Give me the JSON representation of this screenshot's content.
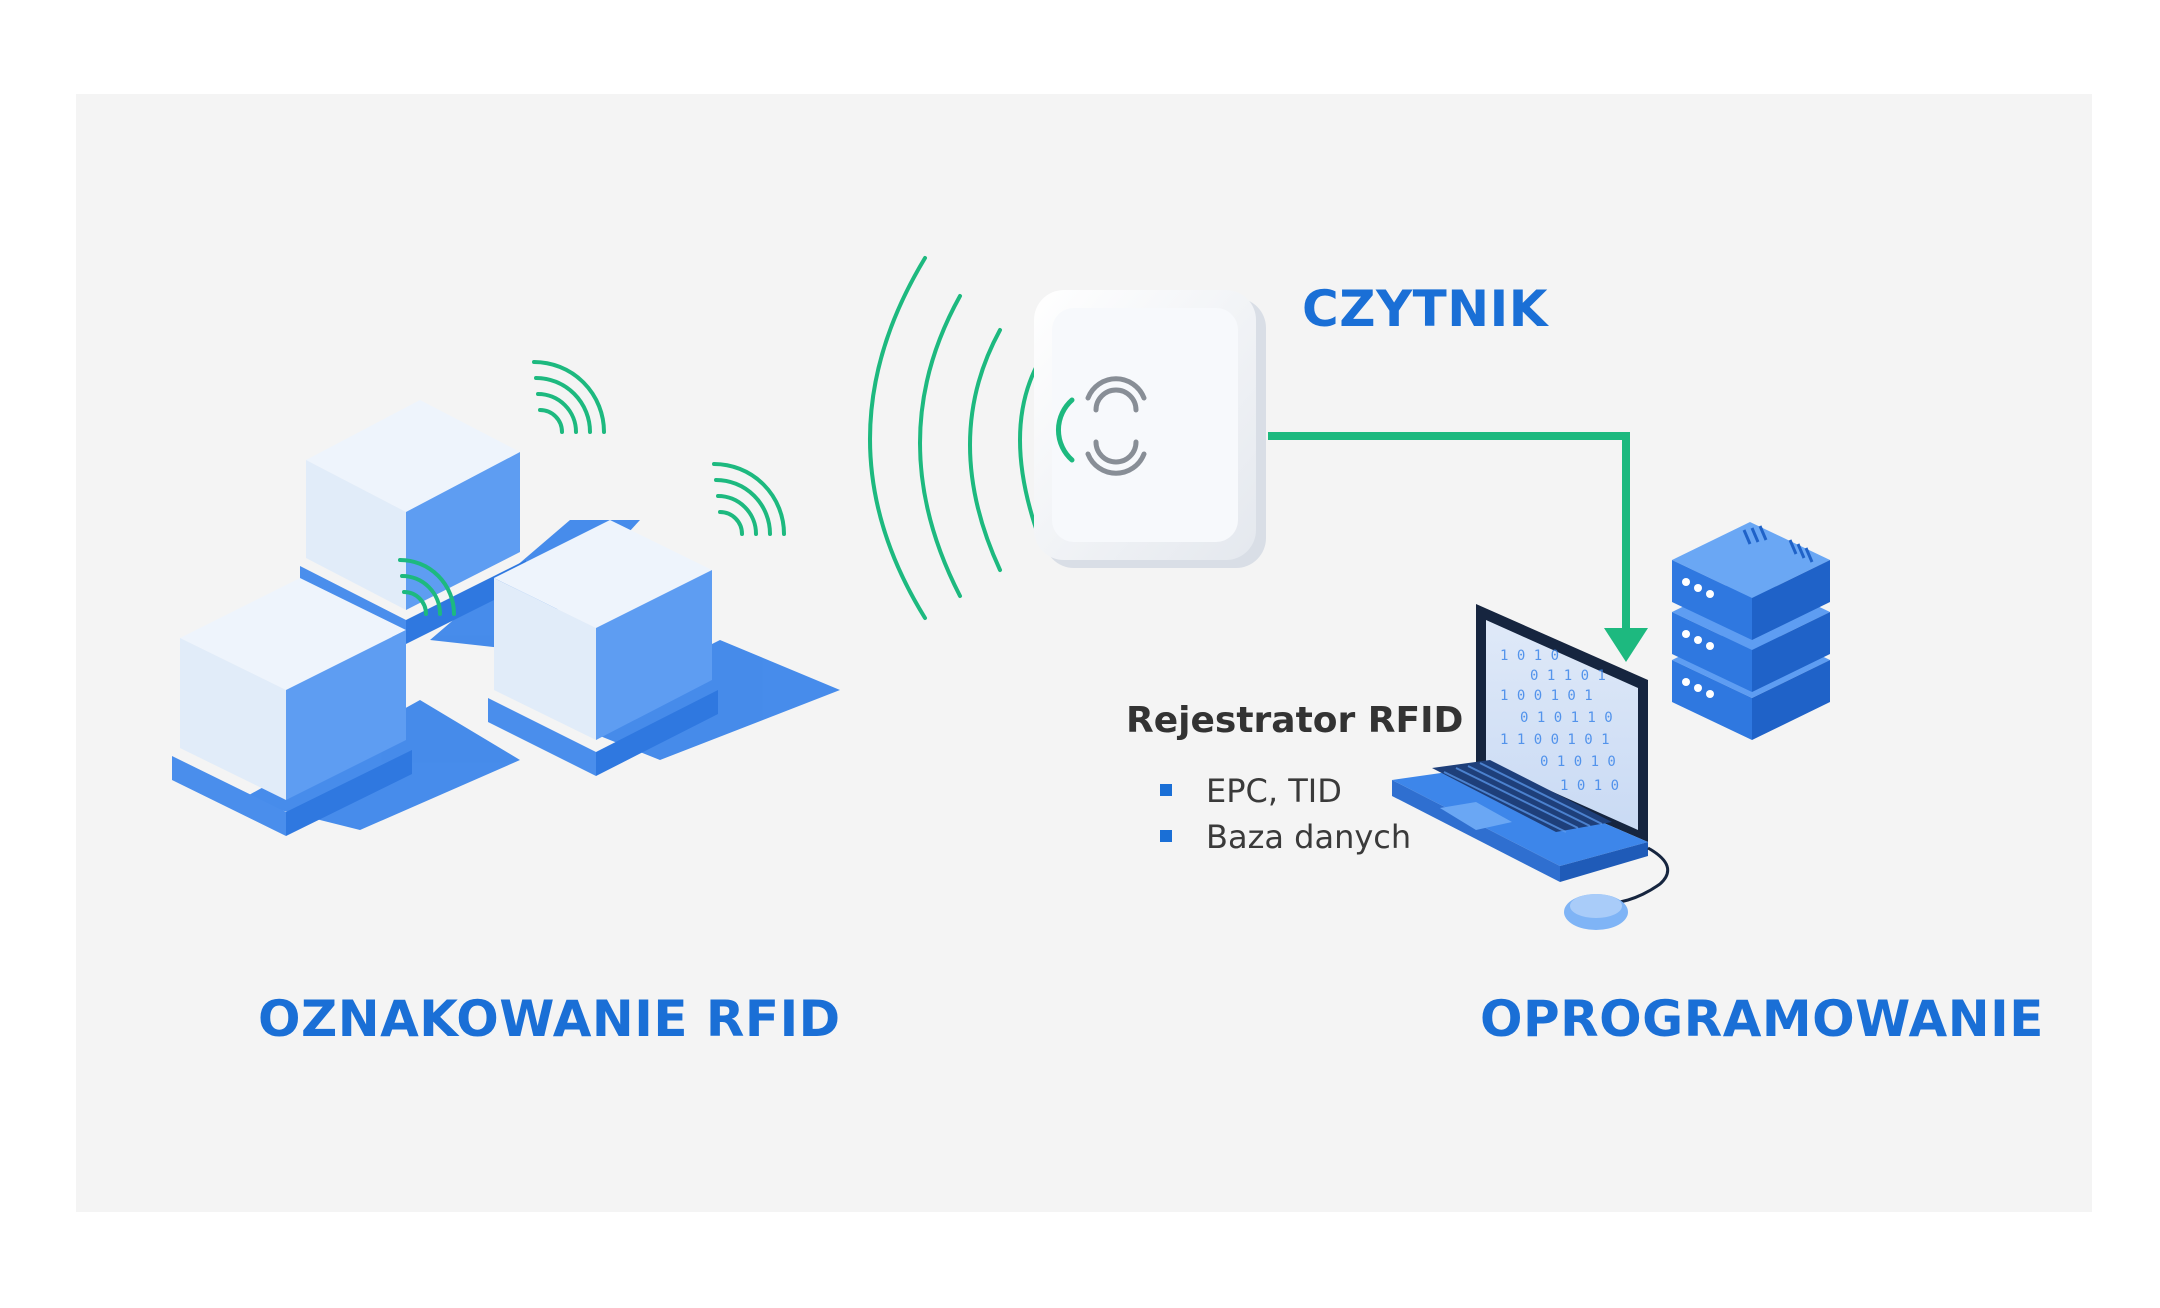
{
  "labels": {
    "tagging": "OZNAKOWANIE RFID",
    "reader": "CZYTNIK",
    "software": "OPROGRAMOWANIE"
  },
  "recorder": {
    "title": "Rejestrator RFID",
    "items": [
      "EPC, TID",
      "Baza danych"
    ]
  },
  "colors": {
    "accent_blue": "#1a6fd6",
    "signal_green": "#1db97f",
    "panel_bg": "#f4f4f4",
    "box_light": "#e3eefb",
    "box_side": "#5b9af0"
  },
  "icons": [
    "pallet-box-icon",
    "rfid-reader-icon",
    "laptop-icon",
    "server-icon",
    "mouse-icon",
    "wireless-signal-icon"
  ]
}
